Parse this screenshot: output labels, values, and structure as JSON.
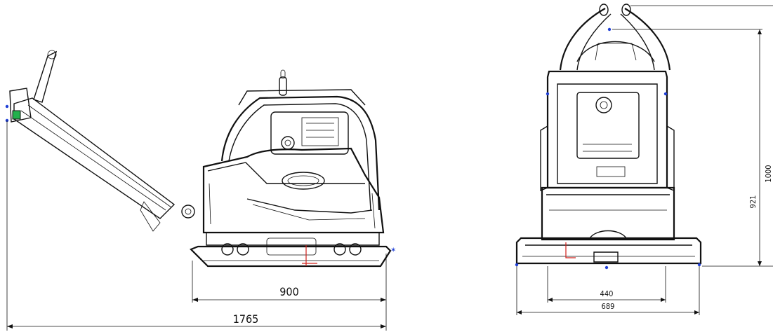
{
  "side_view": {
    "dim_length_overall": "1765",
    "dim_base_plate": "900"
  },
  "front_view": {
    "dim_width_overall": "689",
    "dim_width_plate": "440",
    "dim_height_handle": "921",
    "dim_height_overall": "1000"
  },
  "colors": {
    "line": "#111111",
    "marker_blue": "#1f3fd6",
    "marker_red": "#d0201a",
    "marker_green": "#22b14c"
  }
}
